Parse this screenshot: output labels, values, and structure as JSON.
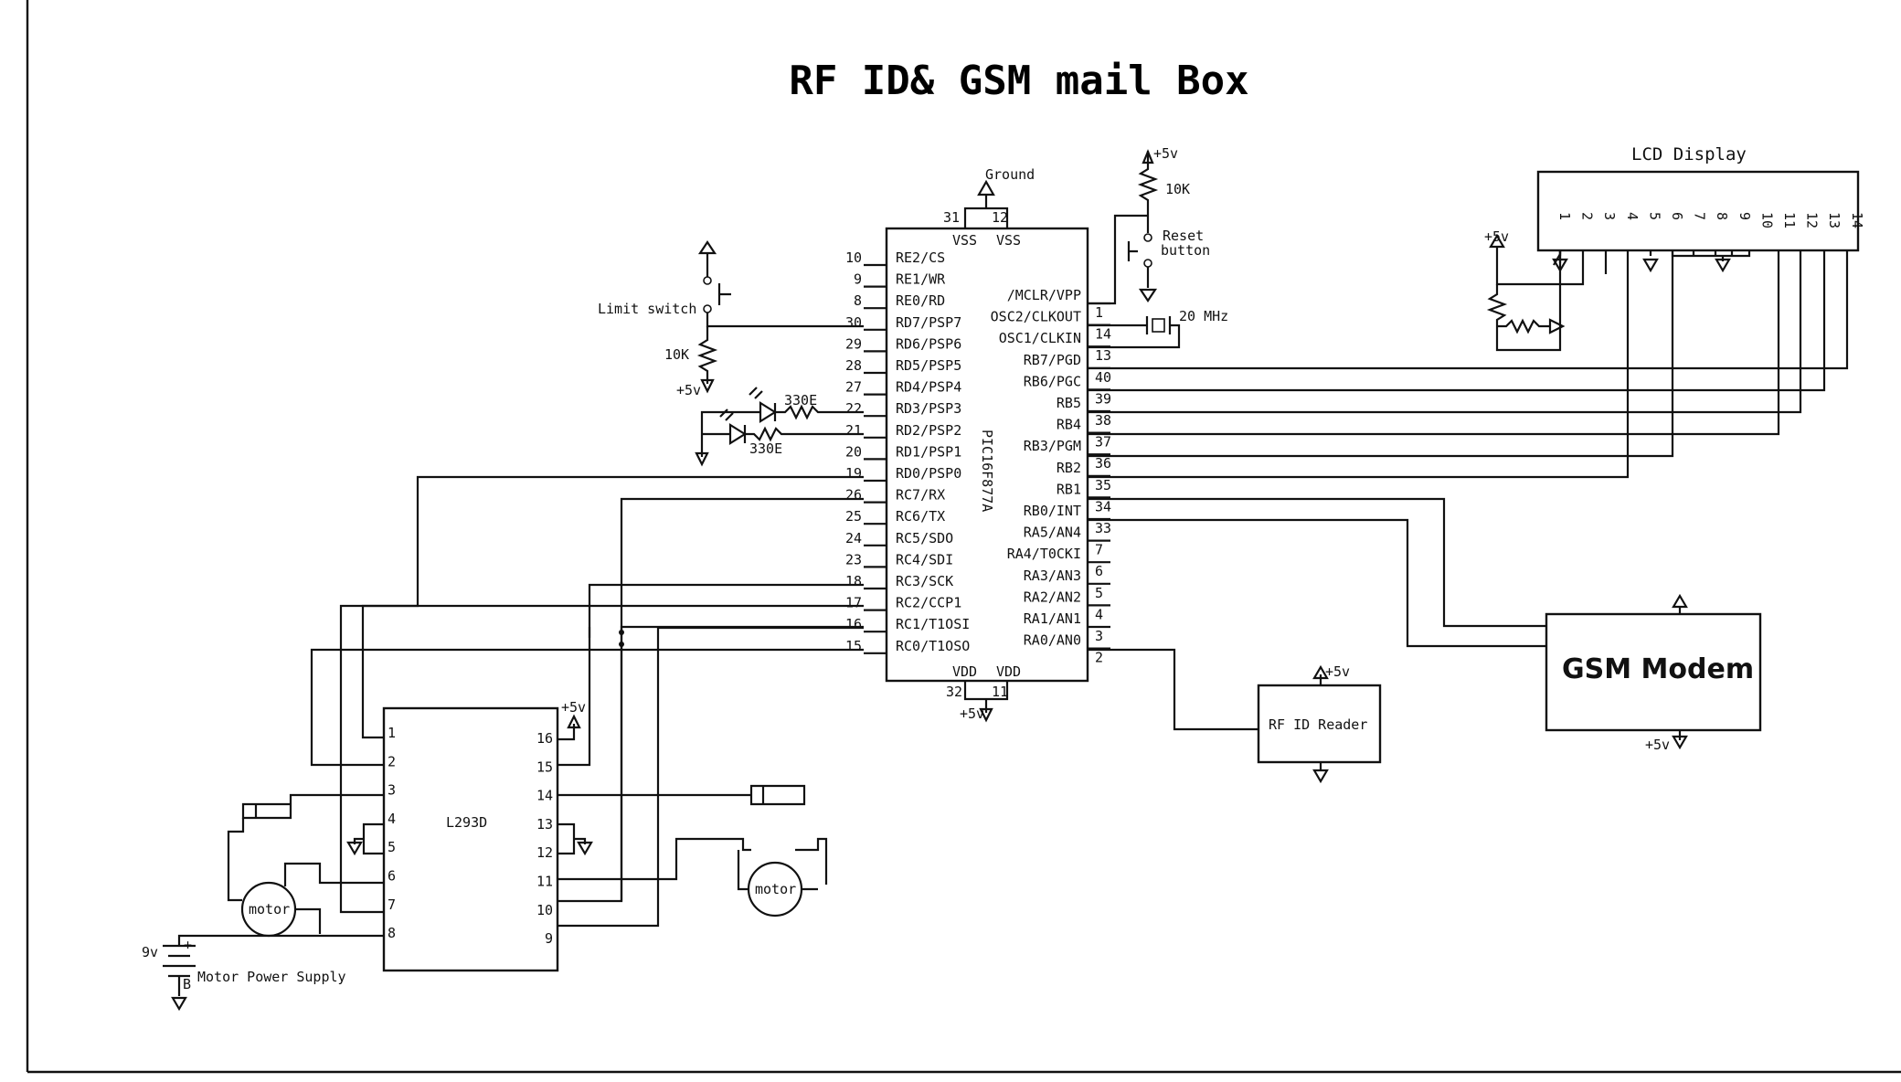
{
  "title": "RF ID& GSM mail Box",
  "pic": {
    "name": "PIC16F877A",
    "left_pins": [
      {
        "num": "10",
        "label": "RE2/CS"
      },
      {
        "num": "9",
        "label": "RE1/WR"
      },
      {
        "num": "8",
        "label": "RE0/RD"
      },
      {
        "num": "30",
        "label": "RD7/PSP7"
      },
      {
        "num": "29",
        "label": "RD6/PSP6"
      },
      {
        "num": "28",
        "label": "RD5/PSP5"
      },
      {
        "num": "27",
        "label": "RD4/PSP4"
      },
      {
        "num": "22",
        "label": "RD3/PSP3"
      },
      {
        "num": "21",
        "label": "RD2/PSP2"
      },
      {
        "num": "20",
        "label": "RD1/PSP1"
      },
      {
        "num": "19",
        "label": "RD0/PSP0"
      },
      {
        "num": "26",
        "label": "RC7/RX"
      },
      {
        "num": "25",
        "label": "RC6/TX"
      },
      {
        "num": "24",
        "label": "RC5/SDO"
      },
      {
        "num": "23",
        "label": "RC4/SDI"
      },
      {
        "num": "18",
        "label": "RC3/SCK"
      },
      {
        "num": "17",
        "label": "RC2/CCP1"
      },
      {
        "num": "16",
        "label": "RC1/T1OSI"
      },
      {
        "num": "15",
        "label": "RC0/T1OSO"
      }
    ],
    "right_pins": [
      {
        "num": "1",
        "label": "/MCLR/VPP"
      },
      {
        "num": "14",
        "label": "OSC2/CLKOUT"
      },
      {
        "num": "13",
        "label": "OSC1/CLKIN"
      },
      {
        "num": "40",
        "label": "RB7/PGD"
      },
      {
        "num": "39",
        "label": "RB6/PGC"
      },
      {
        "num": "38",
        "label": "RB5"
      },
      {
        "num": "37",
        "label": "RB4"
      },
      {
        "num": "36",
        "label": "RB3/PGM"
      },
      {
        "num": "35",
        "label": "RB2"
      },
      {
        "num": "34",
        "label": "RB1"
      },
      {
        "num": "33",
        "label": "RB0/INT"
      },
      {
        "num": "7",
        "label": "RA5/AN4"
      },
      {
        "num": "6",
        "label": "RA4/T0CKI"
      },
      {
        "num": "5",
        "label": "RA3/AN3"
      },
      {
        "num": "4",
        "label": "RA2/AN2"
      },
      {
        "num": "3",
        "label": "RA1/AN1"
      },
      {
        "num": "2",
        "label": "RA0/AN0"
      }
    ],
    "vss_label": "VSS",
    "vdd_label": "VDD",
    "vss_pins": [
      "31",
      "12"
    ],
    "vdd_pins": [
      "32",
      "11"
    ]
  },
  "labels": {
    "ground": "Ground",
    "plus5v": "+5v",
    "r10k": "10K",
    "reset_button": [
      "Reset",
      "button"
    ],
    "crystal": "20 MHz",
    "limit_switch": "Limit switch",
    "r330_a": "330E",
    "r330_b": "330E",
    "nine_v": "9v",
    "battery_plus": "+",
    "battery_b": "B",
    "motor_power_supply": "Motor Power Supply",
    "motor": "motor"
  },
  "lcd": {
    "label": "LCD Display",
    "pins": [
      "1",
      "2",
      "3",
      "4",
      "5",
      "6",
      "7",
      "8",
      "9",
      "10",
      "11",
      "12",
      "13",
      "14"
    ]
  },
  "l293d": {
    "name": "L293D",
    "left_pins": [
      "1",
      "2",
      "3",
      "4",
      "5",
      "6",
      "7",
      "8"
    ],
    "right_pins": [
      "16",
      "15",
      "14",
      "13",
      "12",
      "11",
      "10",
      "9"
    ]
  },
  "gsm": {
    "label": "GSM Modem"
  },
  "rfid": {
    "label": "RF ID Reader"
  }
}
